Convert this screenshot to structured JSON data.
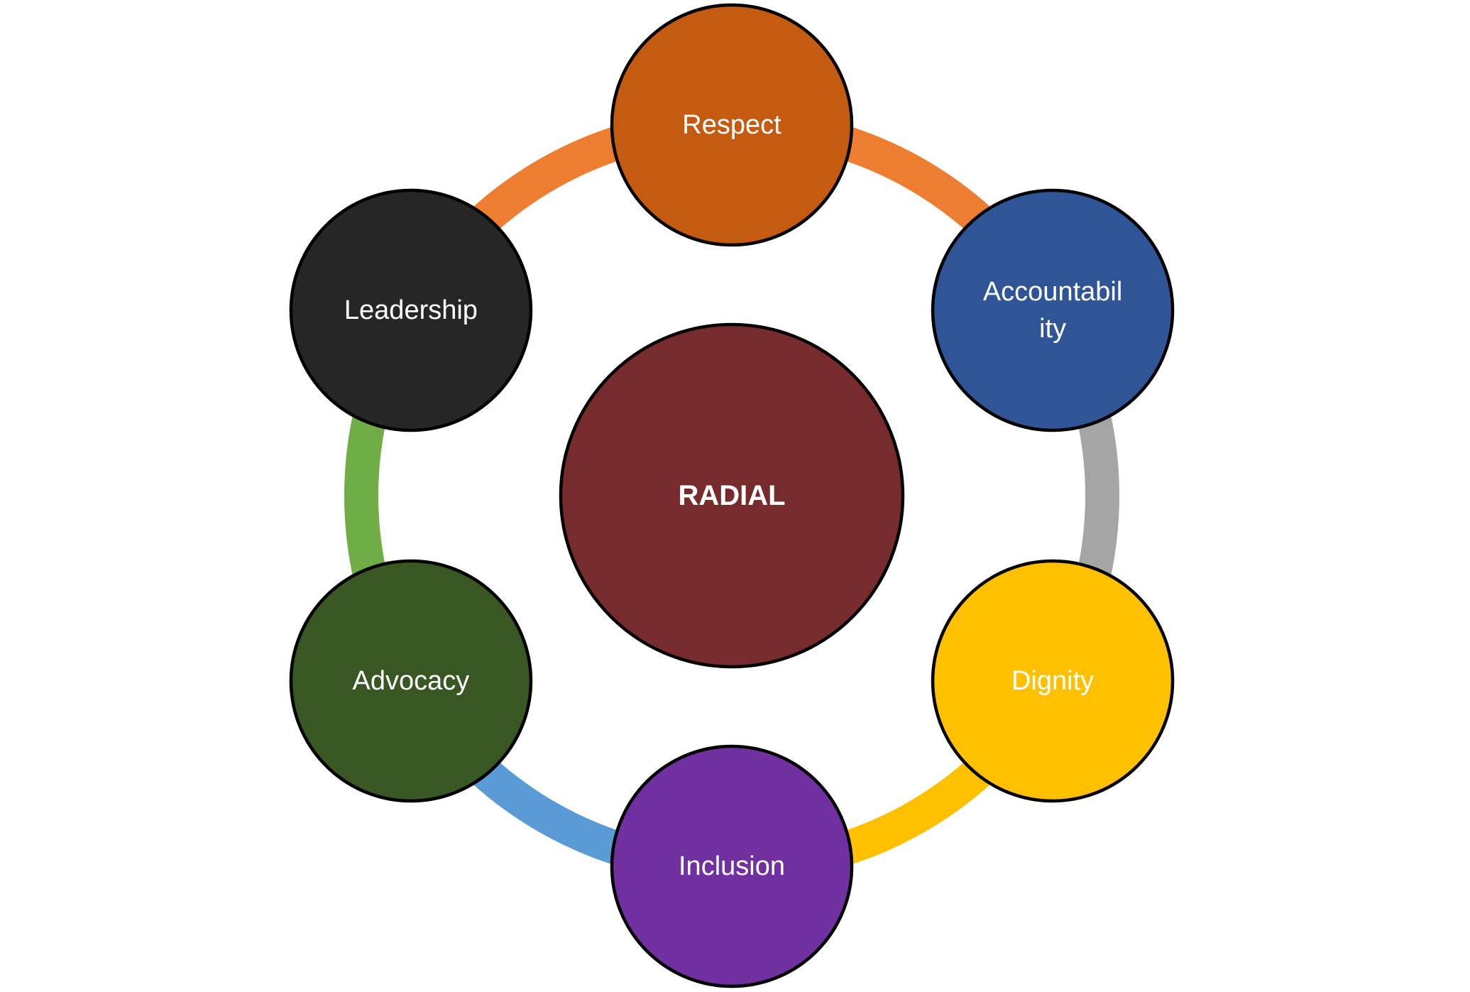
{
  "diagram": {
    "type": "radial-cycle",
    "center": {
      "label": "RADIAL",
      "color": "#782B2D"
    },
    "nodes": [
      {
        "label": "Respect",
        "lines": [
          "Respect"
        ],
        "color": "#C55A11",
        "angle_deg": -90
      },
      {
        "label": "Accountability",
        "lines": [
          "Accountabil",
          "ity"
        ],
        "color": "#2F5597",
        "angle_deg": -30
      },
      {
        "label": "Dignity",
        "lines": [
          "Dignity"
        ],
        "color": "#FFC000",
        "angle_deg": 30
      },
      {
        "label": "Inclusion",
        "lines": [
          "Inclusion"
        ],
        "color": "#7030A0",
        "angle_deg": 90
      },
      {
        "label": "Advocacy",
        "lines": [
          "Advocacy"
        ],
        "color": "#385723",
        "angle_deg": 150
      },
      {
        "label": "Leadership",
        "lines": [
          "Leadership"
        ],
        "color": "#262626",
        "angle_deg": 210
      }
    ],
    "connectors": [
      {
        "from": "Leadership",
        "to": "Accountability",
        "via": "Respect",
        "color": "#ED7D31"
      },
      {
        "from": "Accountability",
        "to": "Dignity",
        "color": "#A5A5A5"
      },
      {
        "from": "Dignity",
        "to": "Inclusion",
        "color": "#FFC000"
      },
      {
        "from": "Inclusion",
        "to": "Advocacy",
        "color": "#5B9BD5"
      },
      {
        "from": "Advocacy",
        "to": "Leadership",
        "color": "#70AD47"
      }
    ]
  }
}
